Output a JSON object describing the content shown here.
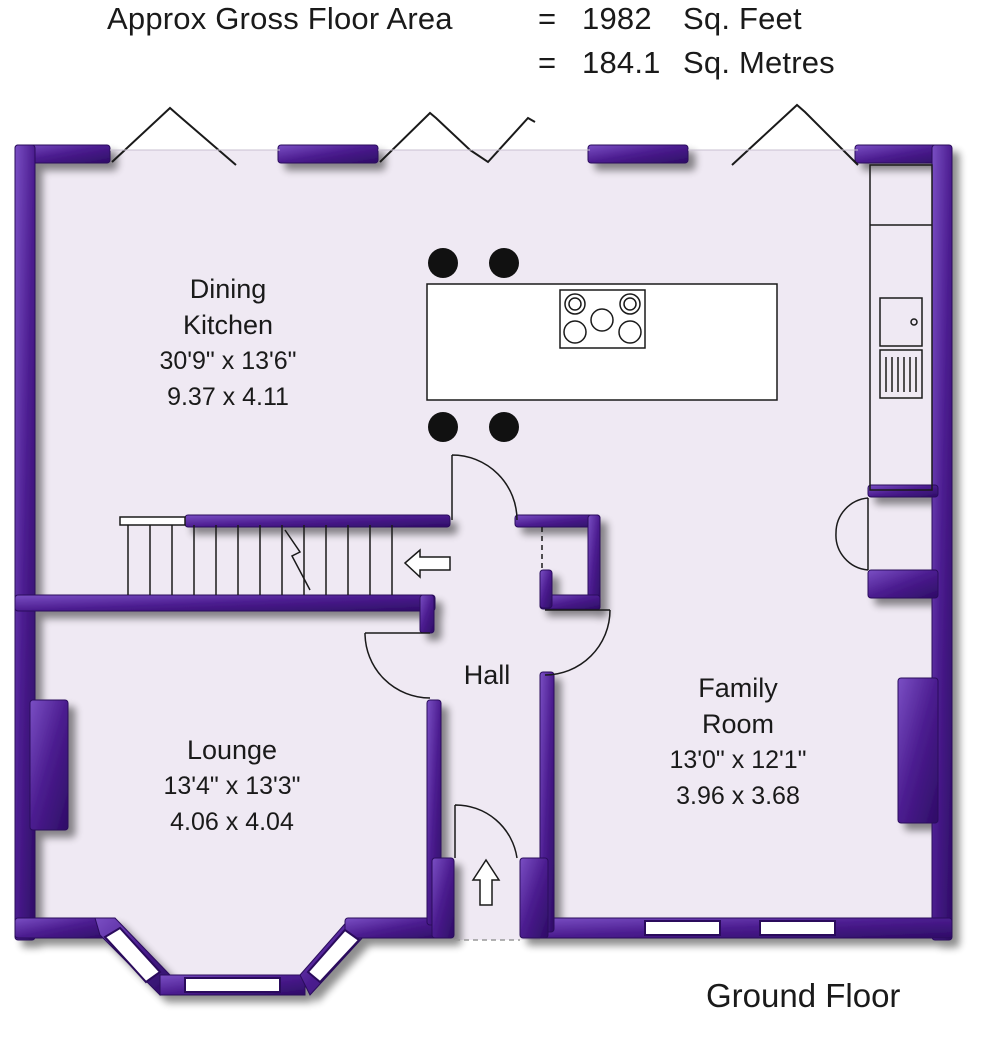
{
  "header": {
    "label": "Approx Gross Floor Area",
    "eq": "=",
    "area_sqft": "1982",
    "unit_sqft": "Sq. Feet",
    "area_sqm": "184.1",
    "unit_sqm": "Sq. Metres"
  },
  "rooms": {
    "dining_kitchen": {
      "name1": "Dining",
      "name2": "Kitchen",
      "imperial": "30'9\" x 13'6\"",
      "metric": "9.37 x 4.11"
    },
    "lounge": {
      "name": "Lounge",
      "imperial": "13'4\" x 13'3\"",
      "metric": "4.06 x 4.04"
    },
    "family_room": {
      "name1": "Family",
      "name2": "Room",
      "imperial": "13'0\" x 12'1\"",
      "metric": "3.96 x 3.68"
    },
    "hall": {
      "name": "Hall"
    }
  },
  "floor_label": "Ground Floor",
  "colors": {
    "wall": "#4b1c8f",
    "wall_dark": "#2a0b5c",
    "floor": "#efe9f3",
    "line": "#1a1a1a"
  }
}
